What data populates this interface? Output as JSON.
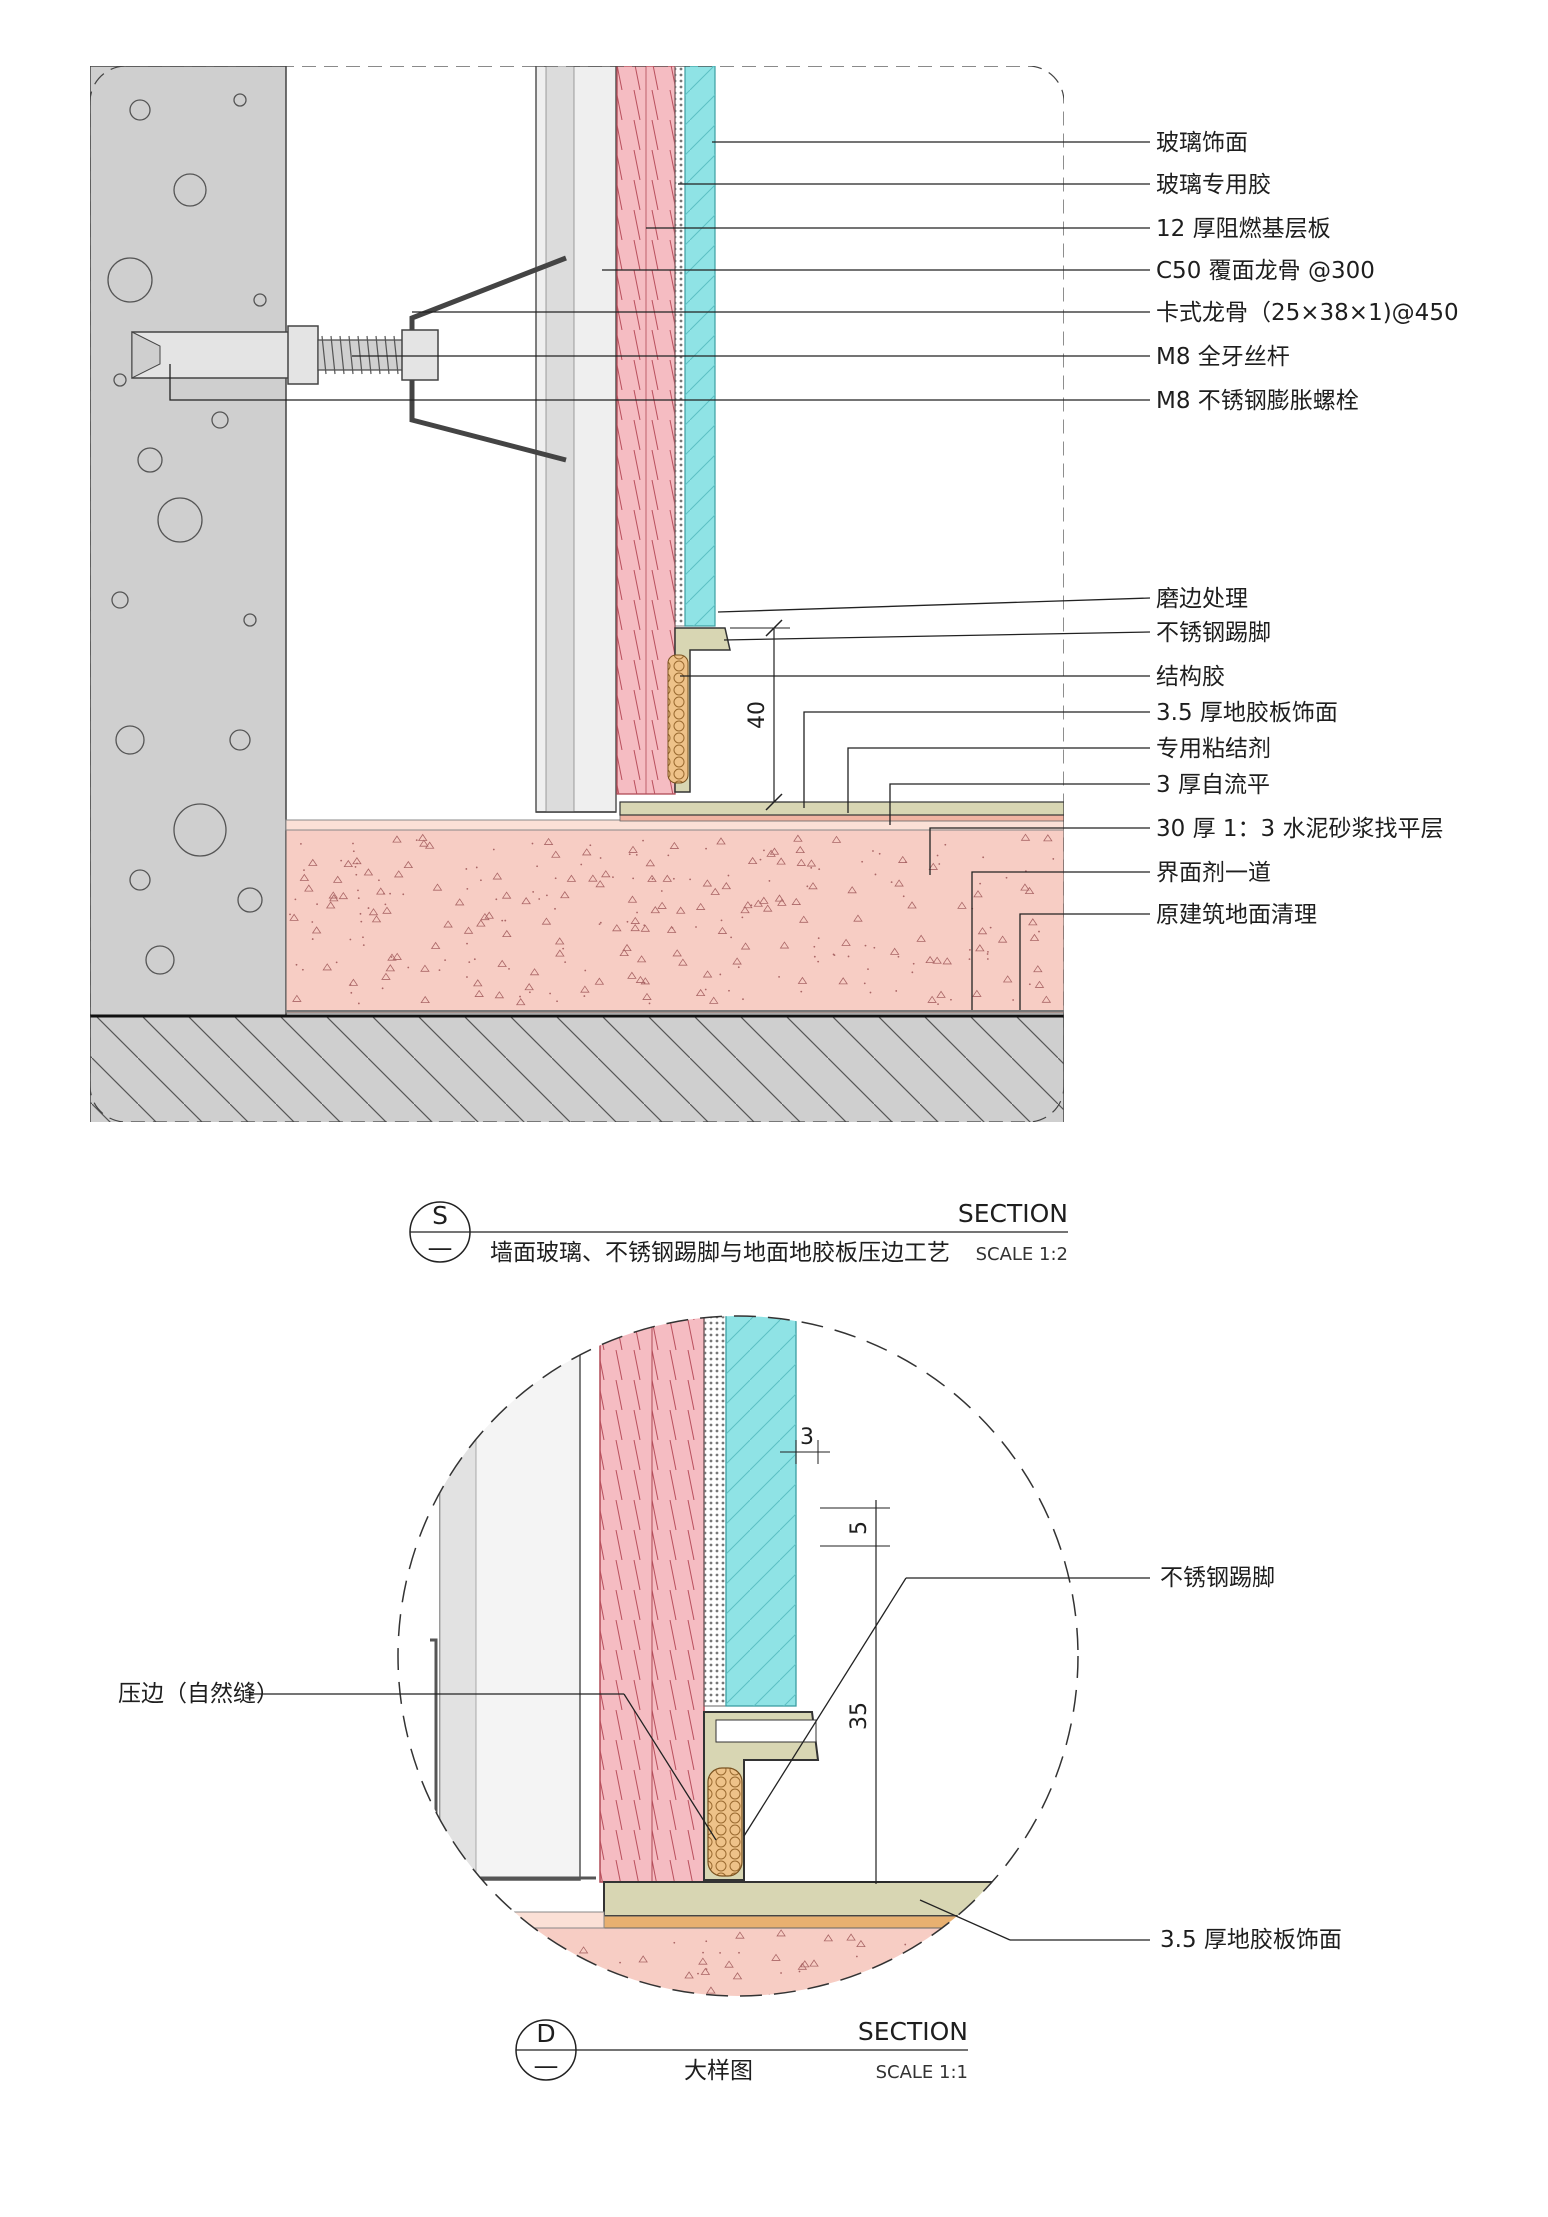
{
  "detail1": {
    "labels": [
      "玻璃饰面",
      "玻璃专用胶",
      "12 厚阻燃基层板",
      "C50 覆面龙骨 @300",
      "卡式龙骨（25×38×1)@450",
      "M8 全牙丝杆",
      "M8 不锈钢膨胀螺栓",
      "磨边处理",
      "不锈钢踢脚",
      "结构胶",
      "3.5 厚地胶板饰面",
      "专用粘结剂",
      "3 厚自流平",
      "30 厚 1：3 水泥砂浆找平层",
      "界面剂一道",
      "原建筑地面清理"
    ],
    "dimension": "40"
  },
  "title1": {
    "symbol_top": "S",
    "symbol_bottom": "—",
    "section": "SECTION",
    "name": "墙面玻璃、不锈钢踢脚与地面地胶板压边工艺",
    "scale": "SCALE 1:2"
  },
  "detail2": {
    "labels": {
      "skirting": "不锈钢踢脚",
      "edge": "压边（自然缝）",
      "floor": "3.5 厚地胶板饰面"
    },
    "dimensions": [
      "3",
      "5",
      "35"
    ]
  },
  "title2": {
    "symbol_top": "D",
    "symbol_bottom": "—",
    "section": "SECTION",
    "name": "大样图",
    "scale": "SCALE 1:1"
  },
  "colors": {
    "concrete": "#cfcfcf",
    "screed": "#f7cdc4",
    "board": "#f5bcc2",
    "glass": "#8fe3e5",
    "vinyl": "#d8d6b3",
    "adhesive": "#e8b070",
    "steel": "#e4e4e4"
  }
}
